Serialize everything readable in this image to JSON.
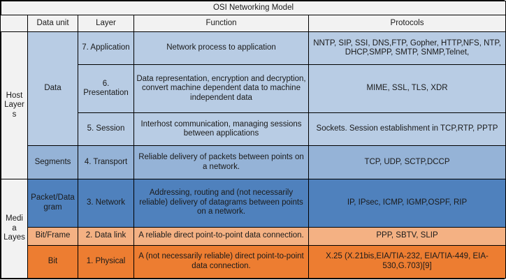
{
  "title": "OSI Networking Model",
  "columns": {
    "group": "",
    "data_unit": "Data unit",
    "layer": "Layer",
    "function": "Function",
    "protocols": "Protocols"
  },
  "groups": [
    {
      "label": "Host Layers",
      "rowspan": 4
    },
    {
      "label": "Media Layes",
      "rowspan": 3
    }
  ],
  "data_units": [
    {
      "label": "Data",
      "rowspan": 3,
      "shade": "#b8cce4"
    },
    {
      "label": "Segments",
      "rowspan": 1,
      "shade": "#95b3d7"
    },
    {
      "label": "Packet/Datagram",
      "rowspan": 1,
      "shade": "#4f81bd"
    },
    {
      "label": "Bit/Frame",
      "rowspan": 1,
      "shade": "#f4b183"
    },
    {
      "label": "Bit",
      "rowspan": 1,
      "shade": "#ed7d31"
    }
  ],
  "rows": [
    {
      "layer": "7. Application",
      "function": "Network process to application",
      "protocols": "NNTP, SIP, SSI, DNS,FTP, Gopher, HTTP,NFS, NTP, DHCP,SMPP, SMTP, SNMP,Telnet,",
      "shade": "#b8cce4"
    },
    {
      "layer": "6. Presentation",
      "function": "Data representation, encryption and decryption, convert machine dependent data to machine independent data",
      "protocols": "MIME, SSL, TLS, XDR",
      "shade": "#b8cce4"
    },
    {
      "layer": "5. Session",
      "function": "Interhost communication, managing sessions between applications",
      "protocols": "Sockets. Session establishment in TCP,RTP, PPTP",
      "shade": "#b8cce4"
    },
    {
      "layer": "4. Transport",
      "function": "Reliable delivery of packets between points on a network.",
      "protocols": "TCP, UDP, SCTP,DCCP",
      "shade": "#95b3d7"
    },
    {
      "layer": "3. Network",
      "function": "Addressing, routing and (not necessarily reliable) delivery of datagrams between points on a network.",
      "protocols": "IP, IPsec, ICMP, IGMP,OSPF, RIP",
      "shade": "#4f81bd"
    },
    {
      "layer": "2. Data link",
      "function": "A reliable direct point-to-point data connection.",
      "protocols": "PPP, SBTV, SLIP",
      "shade": "#f4b183"
    },
    {
      "layer": "1. Physical",
      "function": "A (not necessarily reliable) direct point-to-point data connection.",
      "protocols": "X.25 (X.21bis,EIA/TIA-232, EIA/TIA-449, EIA-530,G.703)[9]",
      "shade": "#ed7d31"
    }
  ],
  "colors": {
    "header_bg": "#f2f2f2",
    "border": "#000000",
    "text": "#1a1a1a",
    "shade_light_blue": "#b8cce4",
    "shade_medium_blue": "#95b3d7",
    "shade_blue": "#4f81bd",
    "shade_light_orange": "#f4b183",
    "shade_orange": "#ed7d31"
  }
}
